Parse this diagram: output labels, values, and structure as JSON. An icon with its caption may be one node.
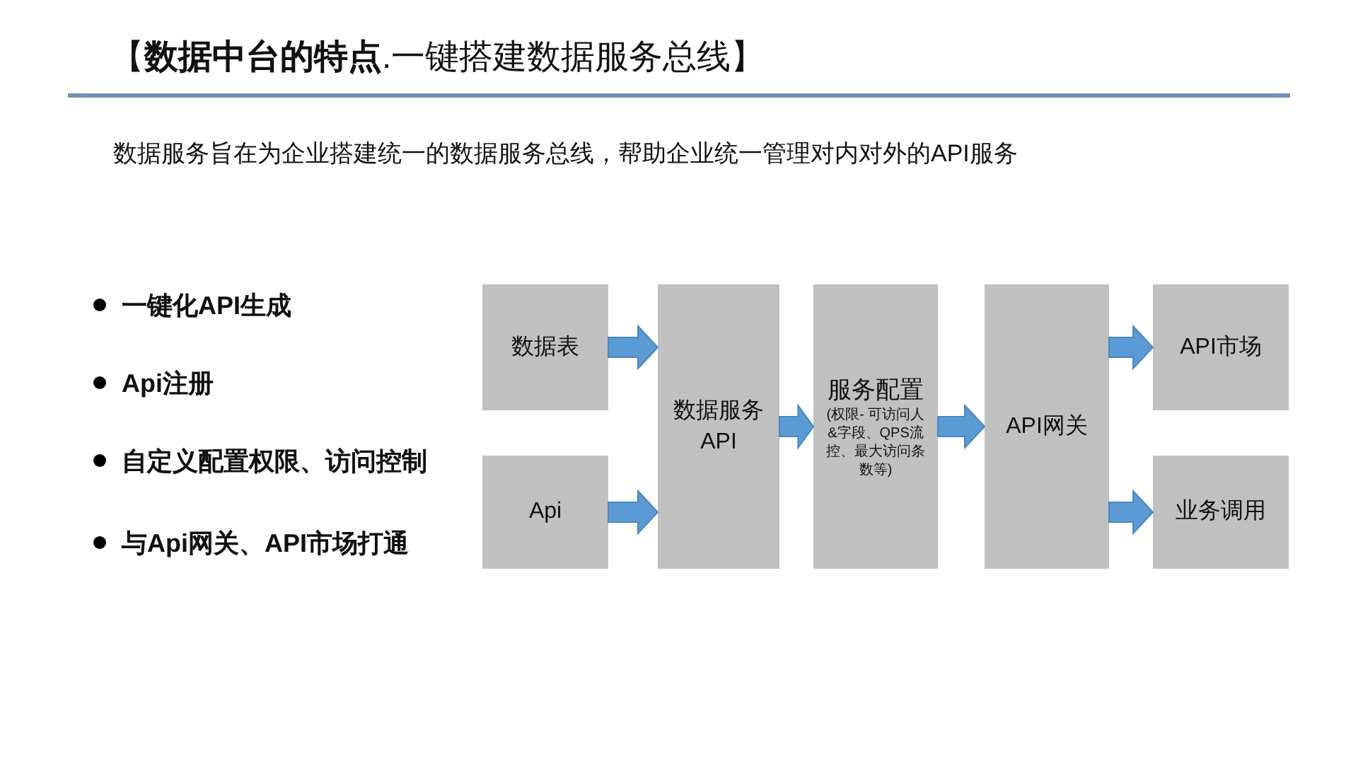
{
  "diagram": {
    "title": "【**数据中台的特点**.一键搭建数据服务总线】",
    "nodes": [
      {
        "text": [
          "数据表"
        ]
      },
      {
        "text": [
          "Api"
        ]
      },
      {
        "text": [
          "数据服务 API"
        ]
      },
      {
        "text": [
          "服务配置",
          "(权限- 可访问人&字段、QPS流控、最大访问条数等)"
        ]
      },
      {
        "text": [
          "API网关"
        ]
      },
      {
        "text": [
          "API市场"
        ]
      },
      {
        "text": [
          "业务调用"
        ]
      }
    ],
    "edges": [
      {
        "from": 0,
        "to": 2,
        "arrow": "to"
      },
      {
        "from": 1,
        "to": 2,
        "arrow": "to"
      },
      {
        "from": 2,
        "to": 3,
        "arrow": "to"
      },
      {
        "from": 3,
        "to": 4,
        "arrow": "to"
      },
      {
        "from": 4,
        "to": 5,
        "arrow": "to"
      },
      {
        "from": 4,
        "to": 6,
        "arrow": "to"
      }
    ],
    "labels": [
      "数据服务旨在为企业搭建统一的数据服务总线，帮助企业统一管理对内对外的API服务",
      "一键化API生成",
      "Api注册",
      "自定义配置权限、访问控制",
      "与Api网关、API市场打通"
    ]
  }
}
